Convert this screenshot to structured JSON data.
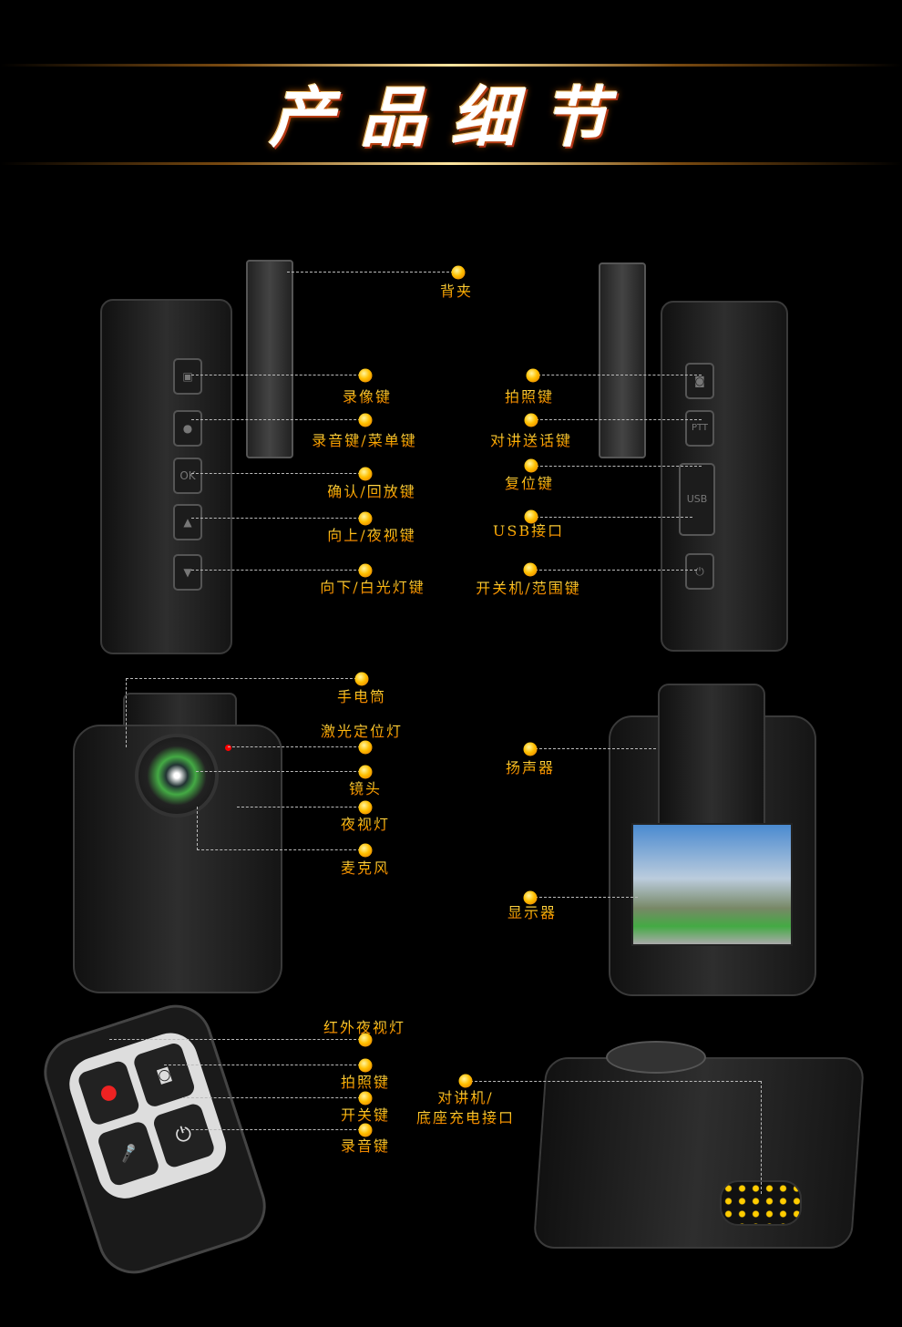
{
  "title": "产品细节",
  "side_left": [
    "录像键",
    "录音键/菜单键",
    "确认/回放键",
    "向上/夜视键",
    "向下/白光灯键"
  ],
  "clip_label": "背夹",
  "side_right": [
    "拍照键",
    "对讲送话键",
    "复位键",
    "USB接口",
    "开关机/范围键"
  ],
  "side_right_buttons": [
    "PTT",
    "USB"
  ],
  "side_left_buttons": [
    "OK"
  ],
  "front": [
    "手电筒",
    "激光定位灯",
    "镜头",
    "夜视灯",
    "麦克风"
  ],
  "back": [
    "扬声器",
    "显示器"
  ],
  "remote": [
    "红外夜视灯",
    "拍照键",
    "开关键",
    "录音键"
  ],
  "base": {
    "line1": "对讲机/",
    "line2": "底座充电接口"
  }
}
